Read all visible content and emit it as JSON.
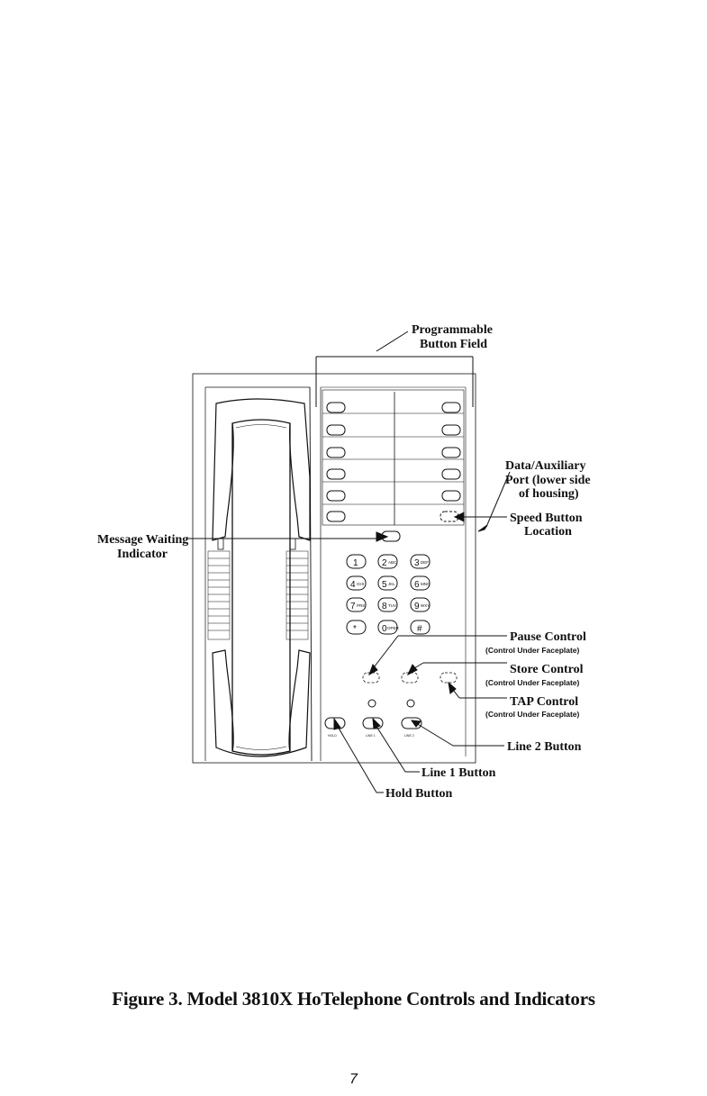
{
  "figure": {
    "caption": "Figure 3.  Model 3810X HoTelephone Controls and Indicators",
    "page_number": "7"
  },
  "callouts": {
    "programmable_1": "Programmable",
    "programmable_2": "Button Field",
    "data_port_1": "Data/Auxiliary",
    "data_port_2": "Port (lower side",
    "data_port_3": "of housing)",
    "speed_1": "Speed Button",
    "speed_2": "Location",
    "message_1": "Message Waiting",
    "message_2": "Indicator",
    "pause": "Pause Control",
    "pause_sub": "(Control Under Faceplate)",
    "store": "Store Control",
    "store_sub": "(Control Under Faceplate)",
    "tap": "TAP Control",
    "tap_sub": "(Control Under Faceplate)",
    "line2": "Line 2 Button",
    "line1": "Line 1 Button",
    "hold": "Hold Button"
  },
  "keypad": {
    "k1": "1",
    "k2": "2",
    "k2s": "ABC",
    "k3": "3",
    "k3s": "DEF",
    "k4": "4",
    "k4s": "GHI",
    "k5": "5",
    "k5s": "JKL",
    "k6": "6",
    "k6s": "MNO",
    "k7": "7",
    "k7s": "PRS",
    "k8": "8",
    "k8s": "TUV",
    "k9": "9",
    "k9s": "WXY",
    "kstar": "*",
    "k0": "0",
    "k0s": "OPER",
    "khash": "#"
  },
  "button_labels": {
    "hold": "HOLD",
    "line1": "LINE 1",
    "line2": "LINE 2"
  }
}
